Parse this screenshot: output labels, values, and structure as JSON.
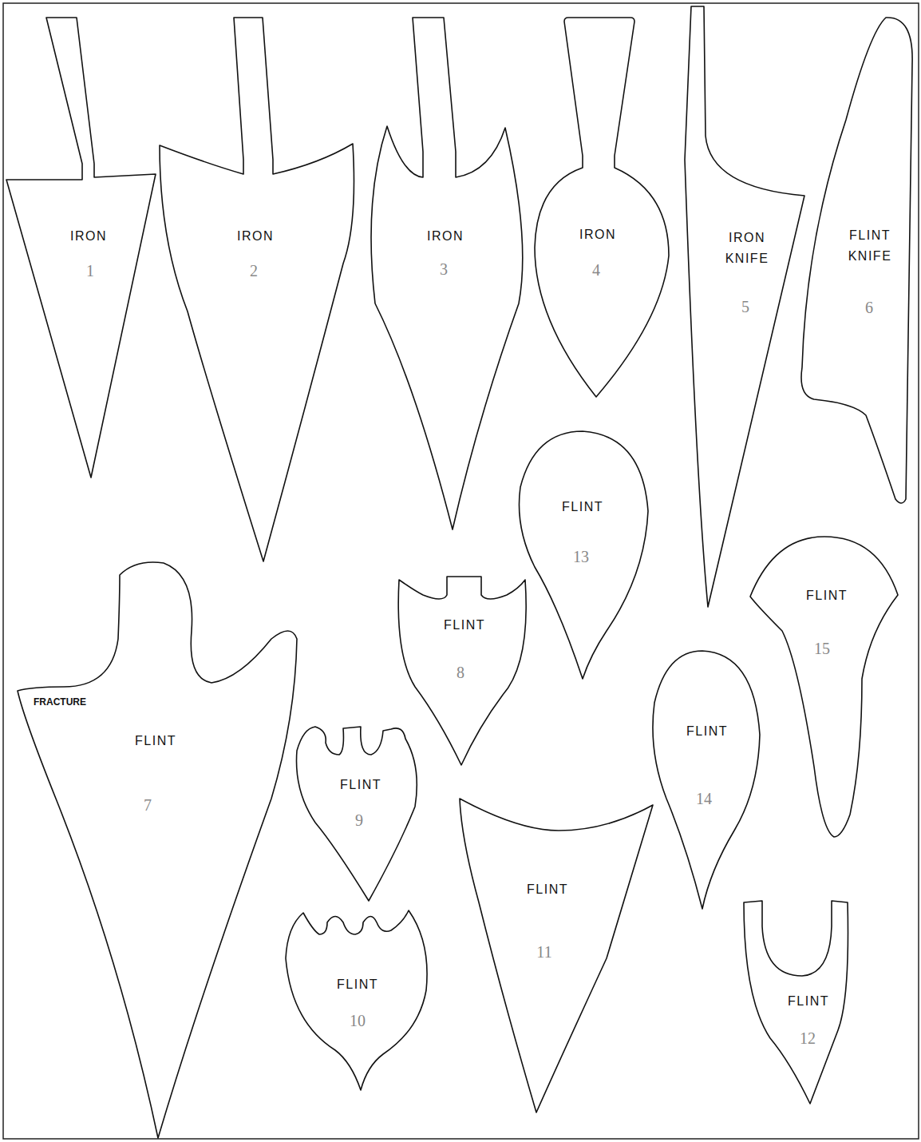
{
  "diagram": {
    "nodes": [
      {
        "text": [
          "IRON",
          "1"
        ]
      },
      {
        "text": [
          "IRON",
          "2"
        ]
      },
      {
        "text": [
          "IRON",
          "3"
        ]
      },
      {
        "text": [
          "IRON",
          "4"
        ]
      },
      {
        "text": [
          "IRON KNIFE",
          "5"
        ]
      },
      {
        "text": [
          "FLINT KNIFE",
          "6"
        ]
      },
      {
        "text": [
          "FRACTURE",
          "FLINT",
          "7"
        ]
      },
      {
        "text": [
          "FLINT",
          "8"
        ]
      },
      {
        "text": [
          "FLINT",
          "9"
        ]
      },
      {
        "text": [
          "FLINT",
          "10"
        ]
      },
      {
        "text": [
          "FLINT",
          "11"
        ]
      },
      {
        "text": [
          "FLINT",
          "12"
        ]
      },
      {
        "text": [
          "FLINT",
          "13"
        ]
      },
      {
        "text": [
          "FLINT",
          "14"
        ]
      },
      {
        "text": [
          "FLINT",
          "15"
        ]
      }
    ]
  }
}
